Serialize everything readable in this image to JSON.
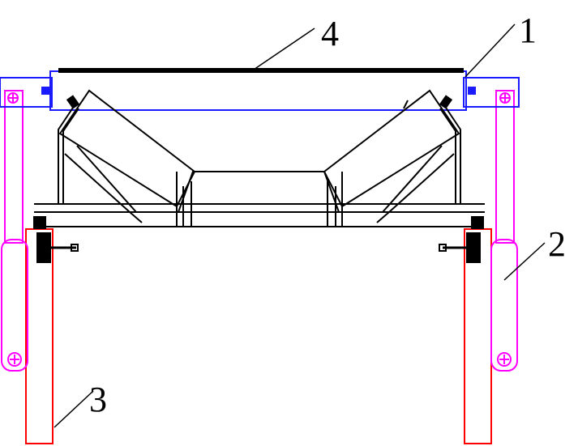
{
  "callouts": {
    "label_1": "1",
    "label_2": "2",
    "label_3": "3",
    "label_4": "4"
  },
  "colors": {
    "frame": "#000000",
    "top_beam": "#1a1aff",
    "side_arm": "#ff00ff",
    "post": "#ff0000",
    "background": "#ffffff"
  }
}
